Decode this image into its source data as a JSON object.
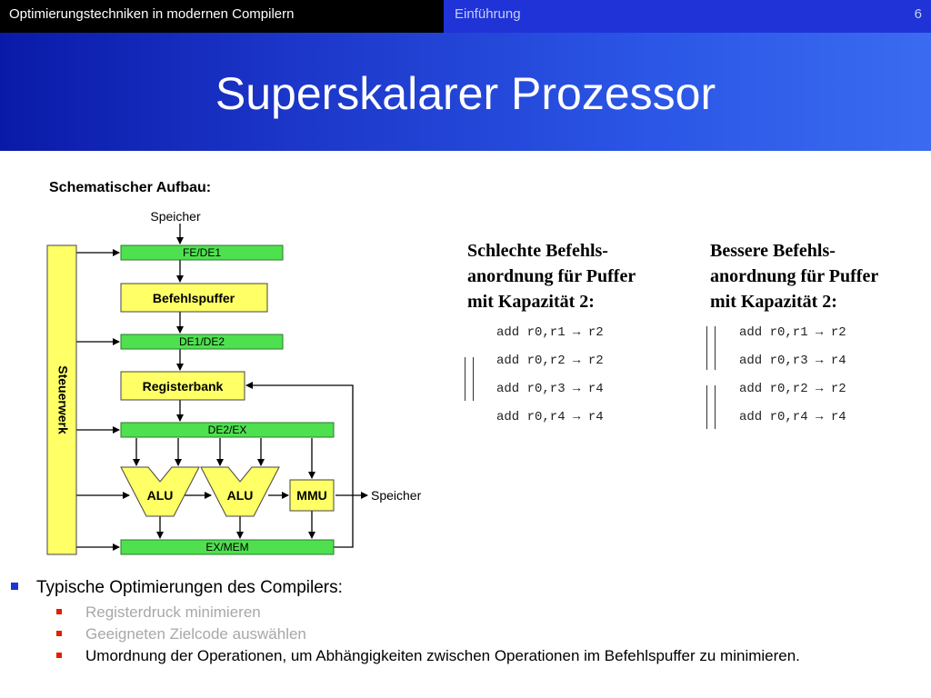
{
  "header": {
    "course_title": "Optimierungstechniken in modernen Compilern",
    "section": "Einführung",
    "page_number": "6"
  },
  "slide": {
    "title": "Superskalarer Prozessor"
  },
  "diagram": {
    "heading": "Schematischer Aufbau:",
    "memory_top": "Speicher",
    "memory_right": "Speicher",
    "control_unit": "Steuerwerk",
    "stage_fe_de1": "FE/DE1",
    "instruction_buffer": "Befehlspuffer",
    "stage_de1_de2": "DE1/DE2",
    "register_bank": "Registerbank",
    "stage_de2_ex": "DE2/EX",
    "alu1": "ALU",
    "alu2": "ALU",
    "mmu": "MMU",
    "stage_ex_mem": "EX/MEM",
    "colors": {
      "stage_green": "#4fe04f",
      "unit_yellow": "#ffff66",
      "unit_border": "#444444"
    }
  },
  "bad_order": {
    "heading_lines": [
      "Schlechte Befehls-",
      "anordnung für Puffer",
      "mit Kapazität 2:"
    ],
    "instructions": [
      "add r0,r1 → r2",
      "add r0,r2 → r2",
      "add r0,r3 → r4",
      "add r0,r4 → r4"
    ]
  },
  "better_order": {
    "heading_lines": [
      "Bessere Befehls-",
      "anordnung für Puffer",
      "mit Kapazität 2:"
    ],
    "instructions": [
      "add r0,r1 → r2",
      "add r0,r3 → r4",
      "add r0,r2 → r2",
      "add r0,r4 → r4"
    ]
  },
  "bullets": {
    "main": "Typische Optimierungen des Compilers:",
    "sub": [
      "Registerdruck minimieren",
      "Geeigneten Zielcode auswählen",
      "Umordnung der Operationen, um Abhängigkeiten zwischen Operationen im Befehlspuffer zu minimieren."
    ],
    "colors": {
      "main_bullet": "#1f33d6",
      "sub_bullet": "#e02000",
      "inactive_text": "#a8a8a8"
    }
  }
}
